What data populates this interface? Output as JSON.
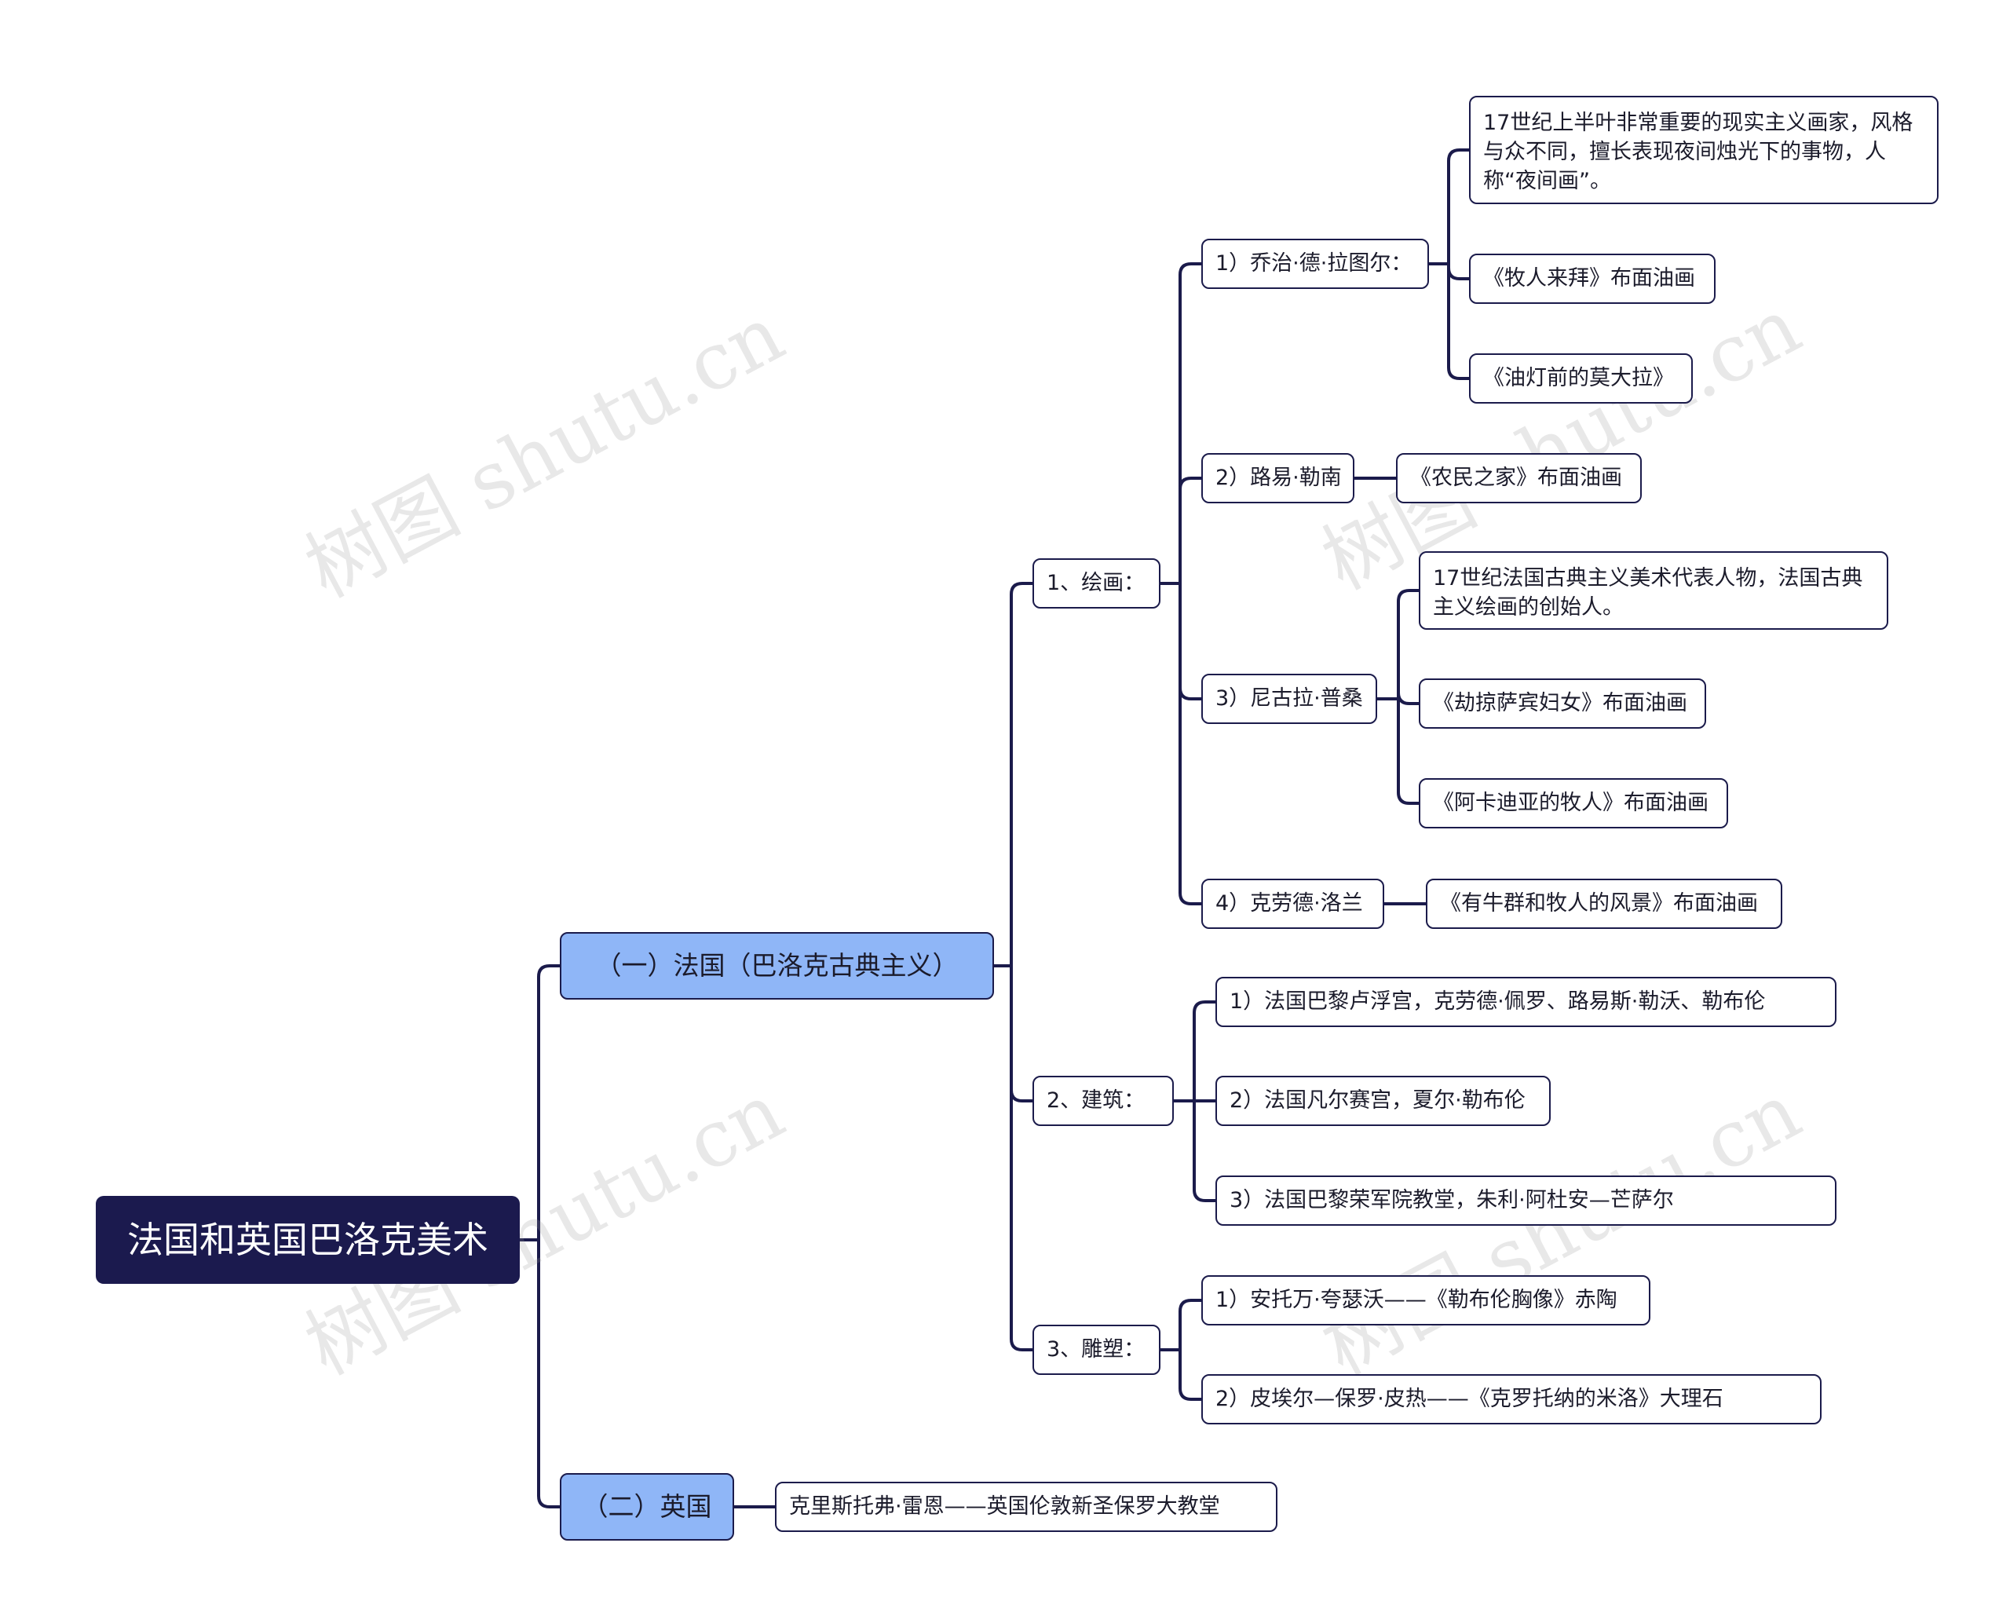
{
  "root": "法国和英国巴洛克美术",
  "branches": {
    "france": {
      "label": "（一）法国（巴洛克古典主义）",
      "painting": {
        "label": "1、绘画：",
        "latour": {
          "label": "1）乔治·德·拉图尔：",
          "items": [
            "17世纪上半叶非常重要的现实主义画家，风格与众不同，擅长表现夜间烛光下的事物，人称“夜间画”。",
            "《牧人来拜》布面油画",
            "《油灯前的莫大拉》"
          ]
        },
        "lenain": {
          "label": "2）路易·勒南",
          "items": [
            "《农民之家》布面油画"
          ]
        },
        "poussin": {
          "label": "3）尼古拉·普桑",
          "items": [
            "17世纪法国古典主义美术代表人物，法国古典主义绘画的创始人。",
            "《劫掠萨宾妇女》布面油画",
            "《阿卡迪亚的牧人》布面油画"
          ]
        },
        "lorrain": {
          "label": "4）克劳德·洛兰",
          "items": [
            "《有牛群和牧人的风景》布面油画"
          ]
        }
      },
      "architecture": {
        "label": "2、建筑：",
        "items": [
          "1）法国巴黎卢浮宫，克劳德·佩罗、路易斯·勒沃、勒布伦",
          "2）法国凡尔赛宫，夏尔·勒布伦",
          "3）法国巴黎荣军院教堂，朱利·阿杜安—芒萨尔"
        ]
      },
      "sculpture": {
        "label": "3、雕塑：",
        "items": [
          "1）安托万·夸瑟沃——《勒布伦胸像》赤陶",
          "2）皮埃尔—保罗·皮热——《克罗托纳的米洛》大理石"
        ]
      }
    },
    "england": {
      "label": "（二）英国",
      "items": [
        "克里斯托弗·雷恩——英国伦敦新圣保罗大教堂"
      ]
    }
  },
  "watermark": "树图 shutu.cn",
  "colors": {
    "root_bg": "#1b1a4e",
    "level1_bg": "#8fb6f7",
    "line": "#1b1b4b"
  }
}
